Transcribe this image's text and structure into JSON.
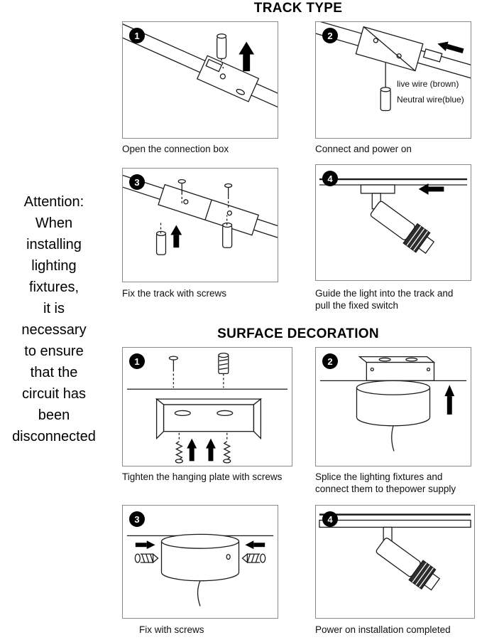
{
  "attention": {
    "lines": [
      "Attention:",
      "When",
      "installing",
      "lighting",
      "fixtures,",
      "it is",
      "necessary",
      "to ensure",
      "that the",
      "circuit has",
      "been",
      "disconnected"
    ]
  },
  "sections": [
    {
      "title": "TRACK TYPE",
      "steps": [
        {
          "number": "1",
          "caption": "Open the connection box"
        },
        {
          "number": "2",
          "caption": "Connect and power on",
          "wire_labels": {
            "live": "live wire (brown)",
            "neutral": "Neutral wire(blue)"
          }
        },
        {
          "number": "3",
          "caption": "Fix the track with screws"
        },
        {
          "number": "4",
          "caption": "Guide the light into the track and pull the fixed switch"
        }
      ]
    },
    {
      "title": "SURFACE DECORATION",
      "steps": [
        {
          "number": "1",
          "caption": "Tighten the hanging plate with screws"
        },
        {
          "number": "2",
          "caption": "Splice the lighting fixtures and connect them to thepower supply"
        },
        {
          "number": "3",
          "caption": "Fix with screws"
        },
        {
          "number": "4",
          "caption": "Power on installation completed"
        }
      ]
    }
  ],
  "colors": {
    "badge_bg": "#000000",
    "panel_border": "#8a8a8a",
    "ink": "#1a1a1a"
  }
}
